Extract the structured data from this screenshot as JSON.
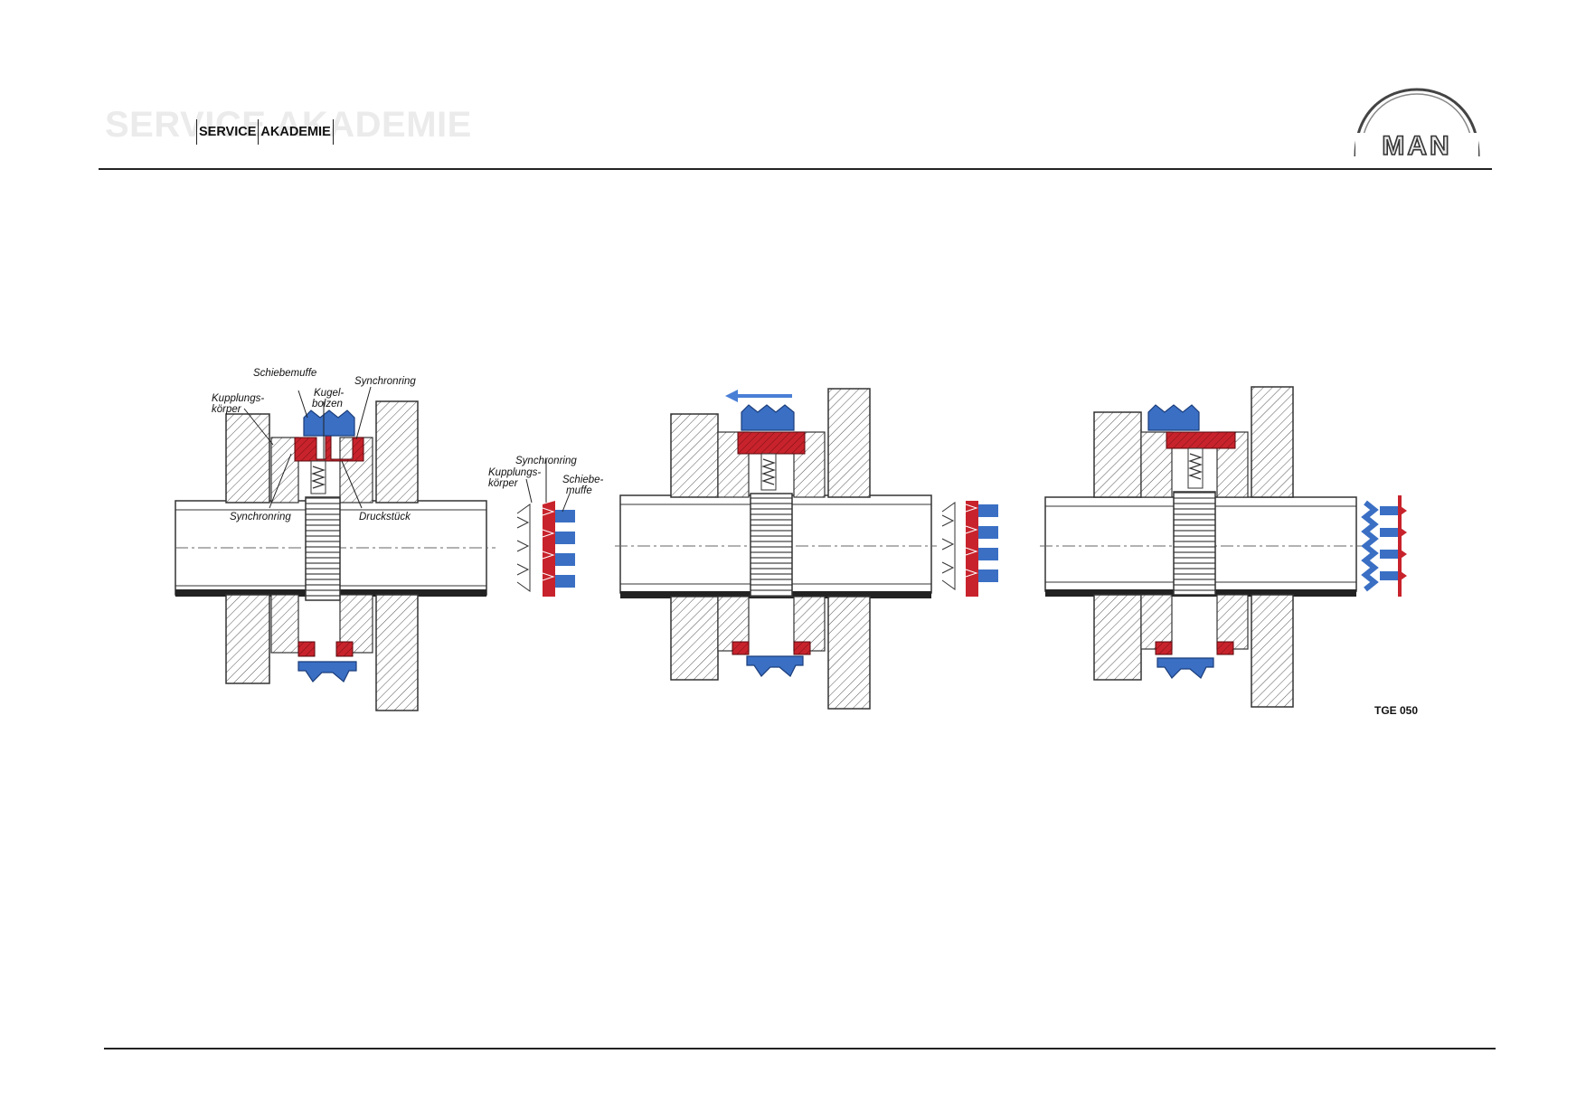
{
  "header": {
    "watermark": "SERVICE AKADEMIE",
    "brand": {
      "service": "SERVICE",
      "akademie": "AKADEMIE"
    },
    "logo_text": "MAN"
  },
  "figure": {
    "labels": {
      "schiebemuffe": "Schiebemuffe",
      "synchronring_top": "Synchronring",
      "kugelbolzen_1": "Kugel-",
      "kugelbolzen_2": "bolzen",
      "kupplungskoerper_1": "Kupplungs-",
      "kupplungskoerper_2": "körper",
      "synchronring_left": "Synchronring",
      "druckstueck": "Druckstück",
      "detail_synchronring": "Synchronring",
      "detail_kupplungs_1": "Kupplungs-",
      "detail_kupplungs_2": "körper",
      "detail_schiebe_1": "Schiebe-",
      "detail_schiebe_2": "muffe"
    },
    "code": "TGE 050",
    "colors": {
      "sleeve": "#3a6fc4",
      "synchro_ring": "#c8232c",
      "arrow": "#4a7fd6",
      "hatch": "#555555"
    }
  }
}
